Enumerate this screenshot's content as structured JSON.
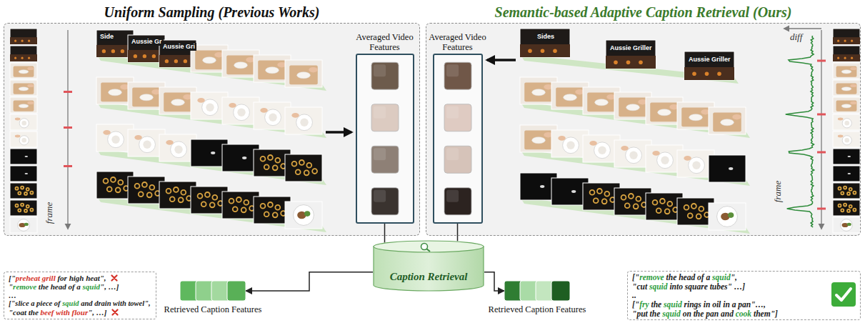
{
  "diagram": {
    "nodes": [
      {
        "text": [
          "Uniform Sampling (Previous Works)"
        ]
      },
      {
        "text": [
          "Averaged Video Features"
        ],
        "in": 0
      },
      {
        "text": [
          "Semantic-based Adaptive Caption Retrieval (Ours)"
        ]
      },
      {
        "text": [
          "Averaged Video Features"
        ],
        "in": 2
      },
      {
        "text": [
          "Caption Retrieval"
        ]
      },
      {
        "text": [
          "Retrieved Caption Features"
        ]
      },
      {
        "text": [
          "Retrieved Caption Features"
        ]
      },
      {
        "text": [
          "[\"preheat grill for high heat\",",
          "\"remove the head of a squid\", …]",
          "…",
          "[\"slice a piece of squid and drain with towel\",",
          "\"coat the beef with flour\", …]"
        ]
      },
      {
        "text": [
          "[\"remove the head of a squid\",",
          "\"cut squid into square tubes\" …]",
          "..",
          "[\"fry the squid rings in oil in a pan\"…,",
          "\"put the squid on the pan and cook them\"]"
        ]
      }
    ],
    "edges": [
      {
        "from": 1,
        "to": 4,
        "arrow": "none"
      },
      {
        "from": 3,
        "to": 4,
        "arrow": "none"
      },
      {
        "from": 4,
        "to": 5,
        "arrow": "to"
      },
      {
        "from": 4,
        "to": 6,
        "arrow": "to"
      }
    ],
    "labels": [
      "Side",
      "Aussie Gr",
      "Aussie Gri",
      "frame",
      "Sides",
      "Aussie Griller",
      "Aussie Griller",
      "diff",
      "frame"
    ]
  }
}
